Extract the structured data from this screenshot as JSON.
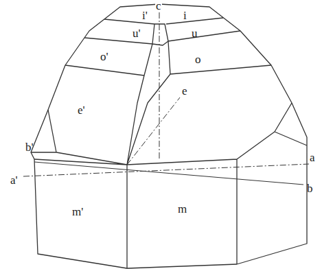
{
  "diagram": {
    "labels": [
      "c",
      "i'",
      "i",
      "u'",
      "u",
      "o'",
      "o",
      "e'",
      "e",
      "b'",
      "a'",
      "a",
      "b",
      "m'",
      "m"
    ]
  }
}
